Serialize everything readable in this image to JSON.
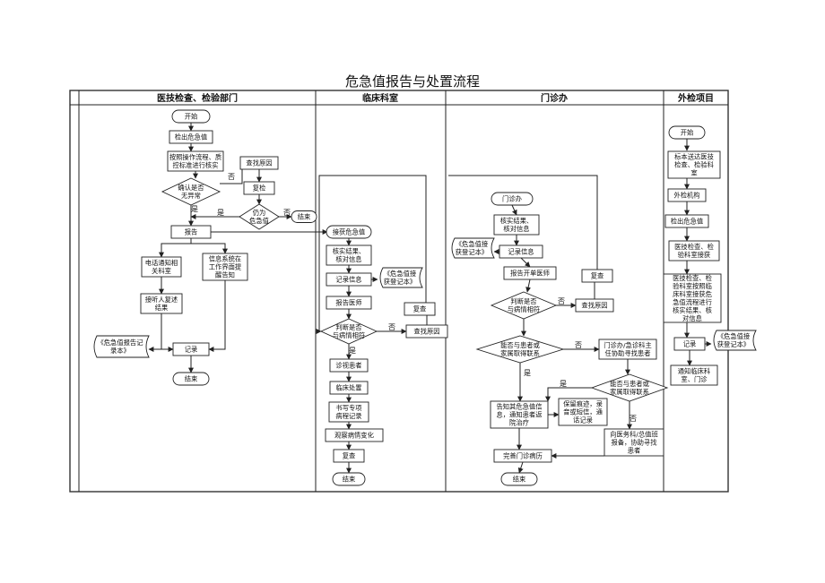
{
  "title": "危急值报告与处置流程",
  "headers": {
    "lab": "医技检查、检验部门",
    "clinic": "临床科室",
    "outpatient": "门诊办",
    "external": "外检项目"
  },
  "lab": {
    "start": "开始",
    "detect": "检出危急值",
    "verify": [
      "按照操作流程、质",
      "控标准进行核实"
    ],
    "confirm": [
      "确认是否",
      "无异常"
    ],
    "find": "查找原因",
    "recheck": "复检",
    "still": [
      "仍为",
      "危急值"
    ],
    "end1": "结束",
    "report": "报告",
    "phone": [
      "电话通知相",
      "关科室"
    ],
    "system": [
      "信息系统在",
      "工作界面提",
      "醒告知"
    ],
    "accept": [
      "接听人复述",
      "结果"
    ],
    "book": [
      "《危急值报告记",
      "录本》"
    ],
    "record": "记录",
    "end2": "结束"
  },
  "clinic": {
    "receive": "接获危急值",
    "verify": [
      "核实结果、",
      "核对信息"
    ],
    "record": "记录信息",
    "book": [
      "《危急值接",
      "获登记本》"
    ],
    "report": "报告医师",
    "judge": [
      "判断是否",
      "与病情相符"
    ],
    "find": "查找原因",
    "recheck": "复查",
    "treat": "诊视患者",
    "handle": "临床处置",
    "write": [
      "书写专项",
      "病程记录"
    ],
    "observe": "观察病情变化",
    "recheck2": "复查",
    "end": "结束"
  },
  "outpatient": {
    "start": "门诊办",
    "verify": [
      "核实结果、",
      "核对信息"
    ],
    "book": [
      "《危急值接",
      "获登记本》"
    ],
    "record": "记录信息",
    "report": "报告开单医师",
    "judge": [
      "判断是否",
      "与病情相符"
    ],
    "find": "查找原因",
    "recheck": "复查",
    "contact": [
      "能否与患者或",
      "家属取得联系"
    ],
    "office": [
      "门诊办/急诊科主",
      "任协助寻找患者"
    ],
    "inform": [
      "告知其危急值信",
      "息，通知患者返",
      "院治疗"
    ],
    "keep": [
      "保留痕迹，录",
      "音或短信，通",
      "话记录"
    ],
    "contact2": [
      "能否与患者或",
      "家属取得联系"
    ],
    "dept": [
      "向医务科/总值班",
      "报备，协助寻找",
      "患者"
    ],
    "complete": "完善门诊病历",
    "end": "结束"
  },
  "external": {
    "start": "开始",
    "send": [
      "标本送达医技",
      "检查、检验科",
      "室"
    ],
    "org": "外检机构",
    "detect": "检出危急值",
    "report": [
      "医技检查、检",
      "验科室接获"
    ],
    "process": [
      "医技检查、检",
      "验科室按照临",
      "床科室接获危",
      "急值流程进行",
      "核实结果、核",
      "对信息"
    ],
    "record": "记录",
    "book": [
      "《危急值接",
      "获登记本》"
    ],
    "notify": [
      "通知临床科",
      "室、门诊"
    ]
  },
  "labels": {
    "yes": "是",
    "no": "否"
  }
}
